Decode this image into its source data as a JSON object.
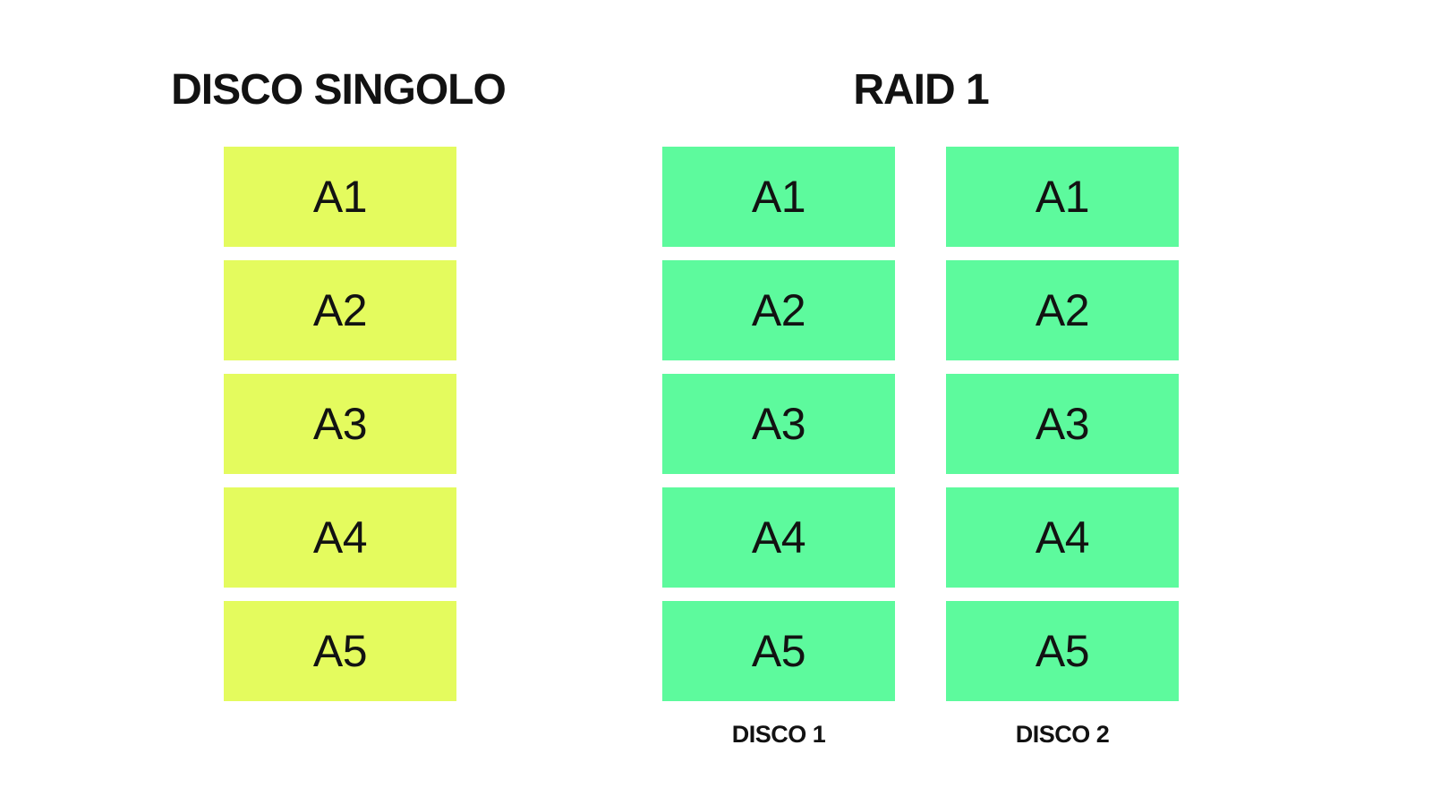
{
  "diagram": {
    "background": "#FFFFFF",
    "text_color": "#121212",
    "single_disk": {
      "title": "DISCO SINGOLO",
      "block_color": "#E4FB5E",
      "blocks": [
        "A1",
        "A2",
        "A3",
        "A4",
        "A5"
      ]
    },
    "raid1": {
      "title": "RAID 1",
      "block_color": "#5DFA9D",
      "disks": [
        {
          "label": "DISCO 1",
          "blocks": [
            "A1",
            "A2",
            "A3",
            "A4",
            "A5"
          ]
        },
        {
          "label": "DISCO 2",
          "blocks": [
            "A1",
            "A2",
            "A3",
            "A4",
            "A5"
          ]
        }
      ]
    }
  }
}
